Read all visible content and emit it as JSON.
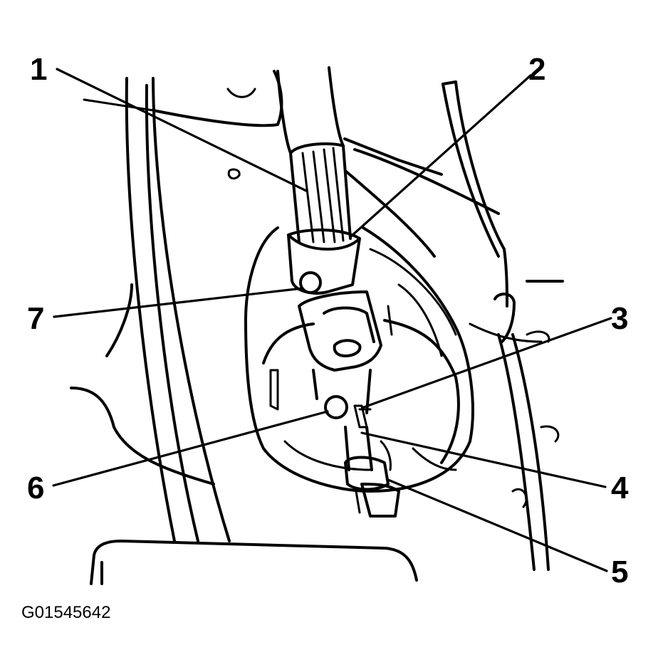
{
  "figure_id": "G01545642",
  "callouts": {
    "c1": "1",
    "c2": "2",
    "c3": "3",
    "c4": "4",
    "c5": "5",
    "c6": "6",
    "c7": "7"
  }
}
